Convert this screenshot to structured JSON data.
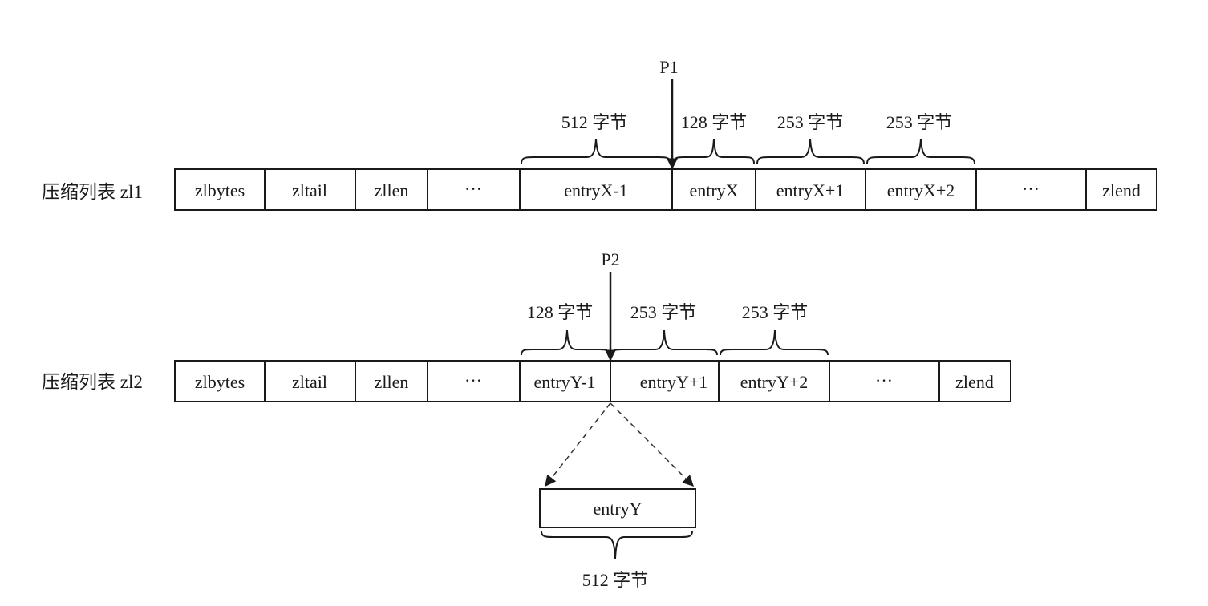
{
  "rows": [
    {
      "label": "压缩列表 zl1",
      "cells": [
        "zlbytes",
        "zltail",
        "zllen",
        "···",
        "entryX-1",
        "entryX",
        "entryX+1",
        "entryX+2",
        "···",
        "zlend"
      ],
      "sizes": [
        "512 字节",
        "128 字节",
        "253 字节",
        "253 字节"
      ],
      "pointer": "P1"
    },
    {
      "label": "压缩列表 zl2",
      "cells": [
        "zlbytes",
        "zltail",
        "zllen",
        "···",
        "entryY-1",
        "entryY+1",
        "entryY+2",
        "···",
        "zlend"
      ],
      "sizes": [
        "128 字节",
        "253 字节",
        "253 字节"
      ],
      "pointer": "P2"
    }
  ],
  "inserted": {
    "label": "entryY",
    "size": "512 字节"
  }
}
